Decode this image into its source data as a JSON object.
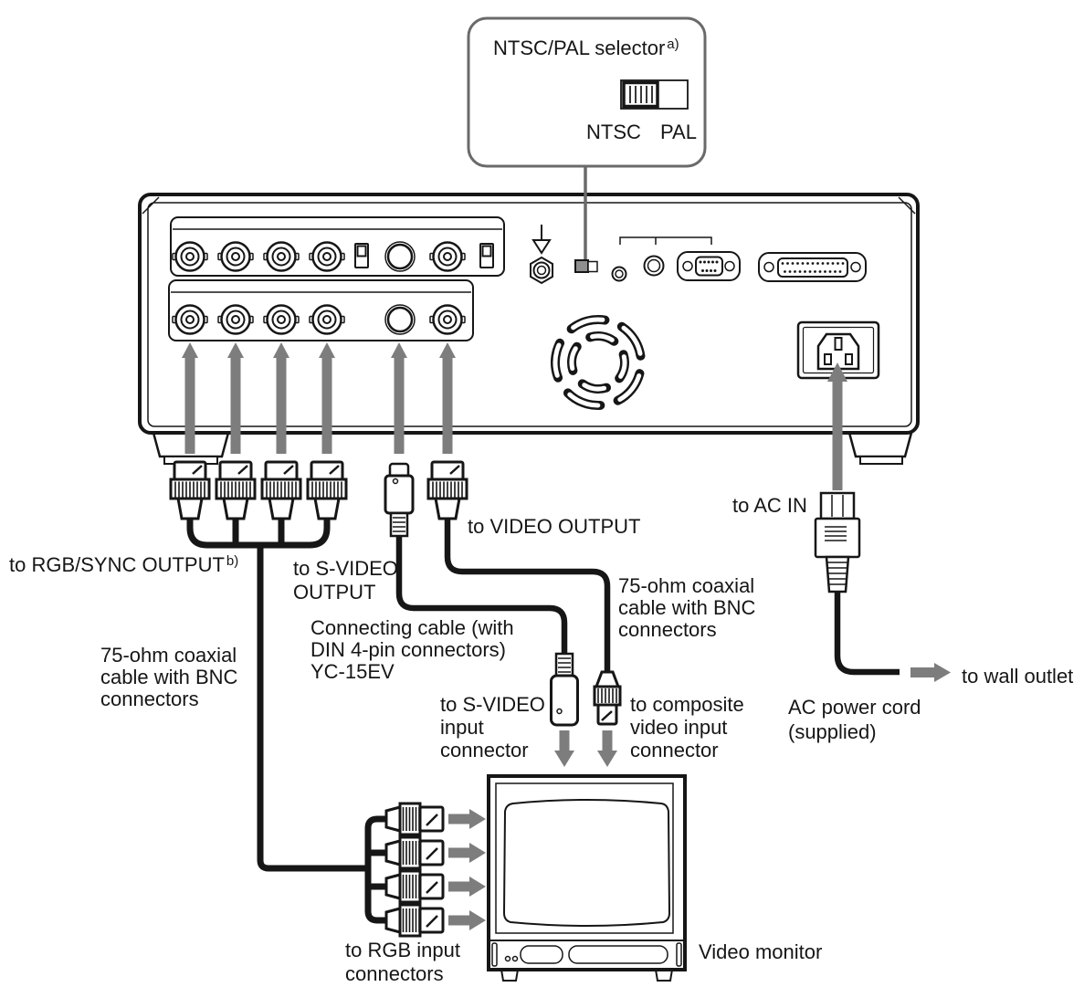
{
  "colors": {
    "line": "#161616",
    "arrow": "#7d7d7d",
    "callout_border": "#6a6a6a",
    "switch_target_fill": "#8f8f8f"
  },
  "callout": {
    "title": "NTSC/PAL selector",
    "title_sup": "a)",
    "switch_left_label": "NTSC",
    "switch_right_label": "PAL"
  },
  "labels": {
    "to_video_output": "to VIDEO OUTPUT",
    "to_rgb_sync_output": "to RGB/SYNC OUTPUT",
    "to_rgb_sync_output_sup": "b)",
    "to_s_video_output": "to S-VIDEO\nOUTPUT",
    "connecting_cable": "Connecting cable (with\nDIN 4-pin connectors)\nYC-15EV",
    "coax_left": "75-ohm coaxial\ncable with BNC\nconnectors",
    "coax_right": "75-ohm coaxial\ncable with BNC\nconnectors",
    "to_ac_in": "to AC IN",
    "to_wall_outlet": "to wall outlet",
    "ac_power_cord": "AC power cord\n(supplied)",
    "to_s_video_input": "to S-VIDEO\ninput\nconnector",
    "to_composite_input": "to composite\nvideo input\nconnector",
    "to_rgb_input": "to RGB input\nconnectors",
    "video_monitor": "Video monitor"
  }
}
